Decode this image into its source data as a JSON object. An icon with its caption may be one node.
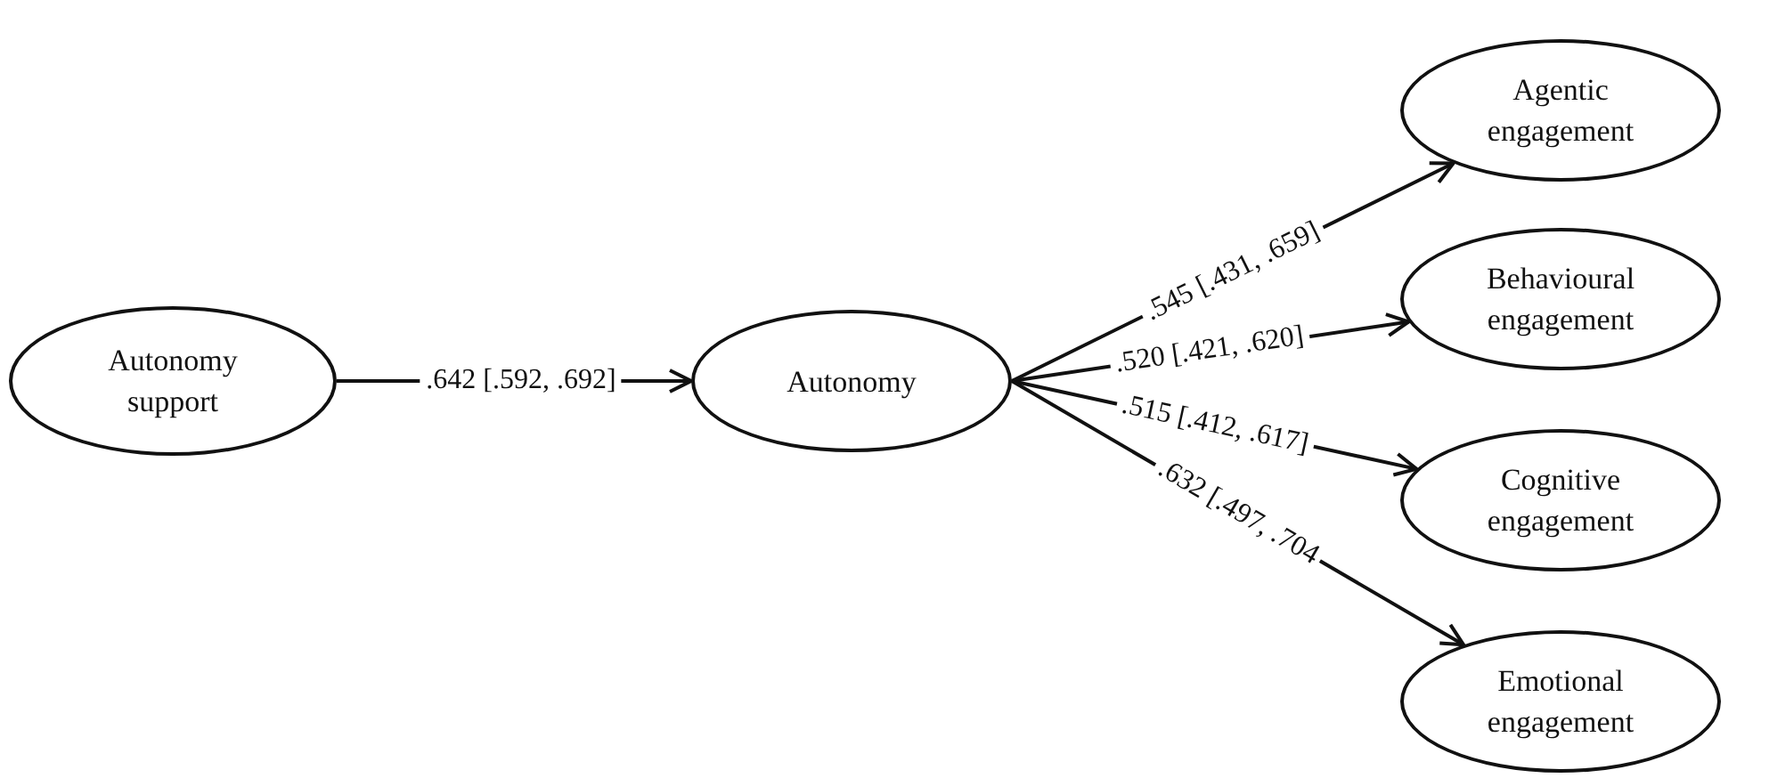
{
  "diagram": {
    "nodes": [
      {
        "text": [
          "Autonomy support"
        ]
      },
      {
        "text": [
          "Autonomy"
        ]
      },
      {
        "text": [
          "Agentic engagement"
        ]
      },
      {
        "text": [
          "Behavioural engagement"
        ]
      },
      {
        "text": [
          "Cognitive engagement"
        ]
      },
      {
        "text": [
          "Emotional engagement"
        ]
      }
    ],
    "edges": [
      {
        "from": 0,
        "to": 1,
        "arrow": "to",
        "label": ".642 [.592, .692]"
      },
      {
        "from": 1,
        "to": 2,
        "arrow": "to",
        "label": ".545 [.431, .659]"
      },
      {
        "from": 1,
        "to": 3,
        "arrow": "to",
        "label": ".520 [.421, .620]"
      },
      {
        "from": 1,
        "to": 4,
        "arrow": "to",
        "label": ".515 [.412, .617]"
      },
      {
        "from": 1,
        "to": 5,
        "arrow": "to",
        "label": ".632 [.497, .704"
      }
    ]
  }
}
